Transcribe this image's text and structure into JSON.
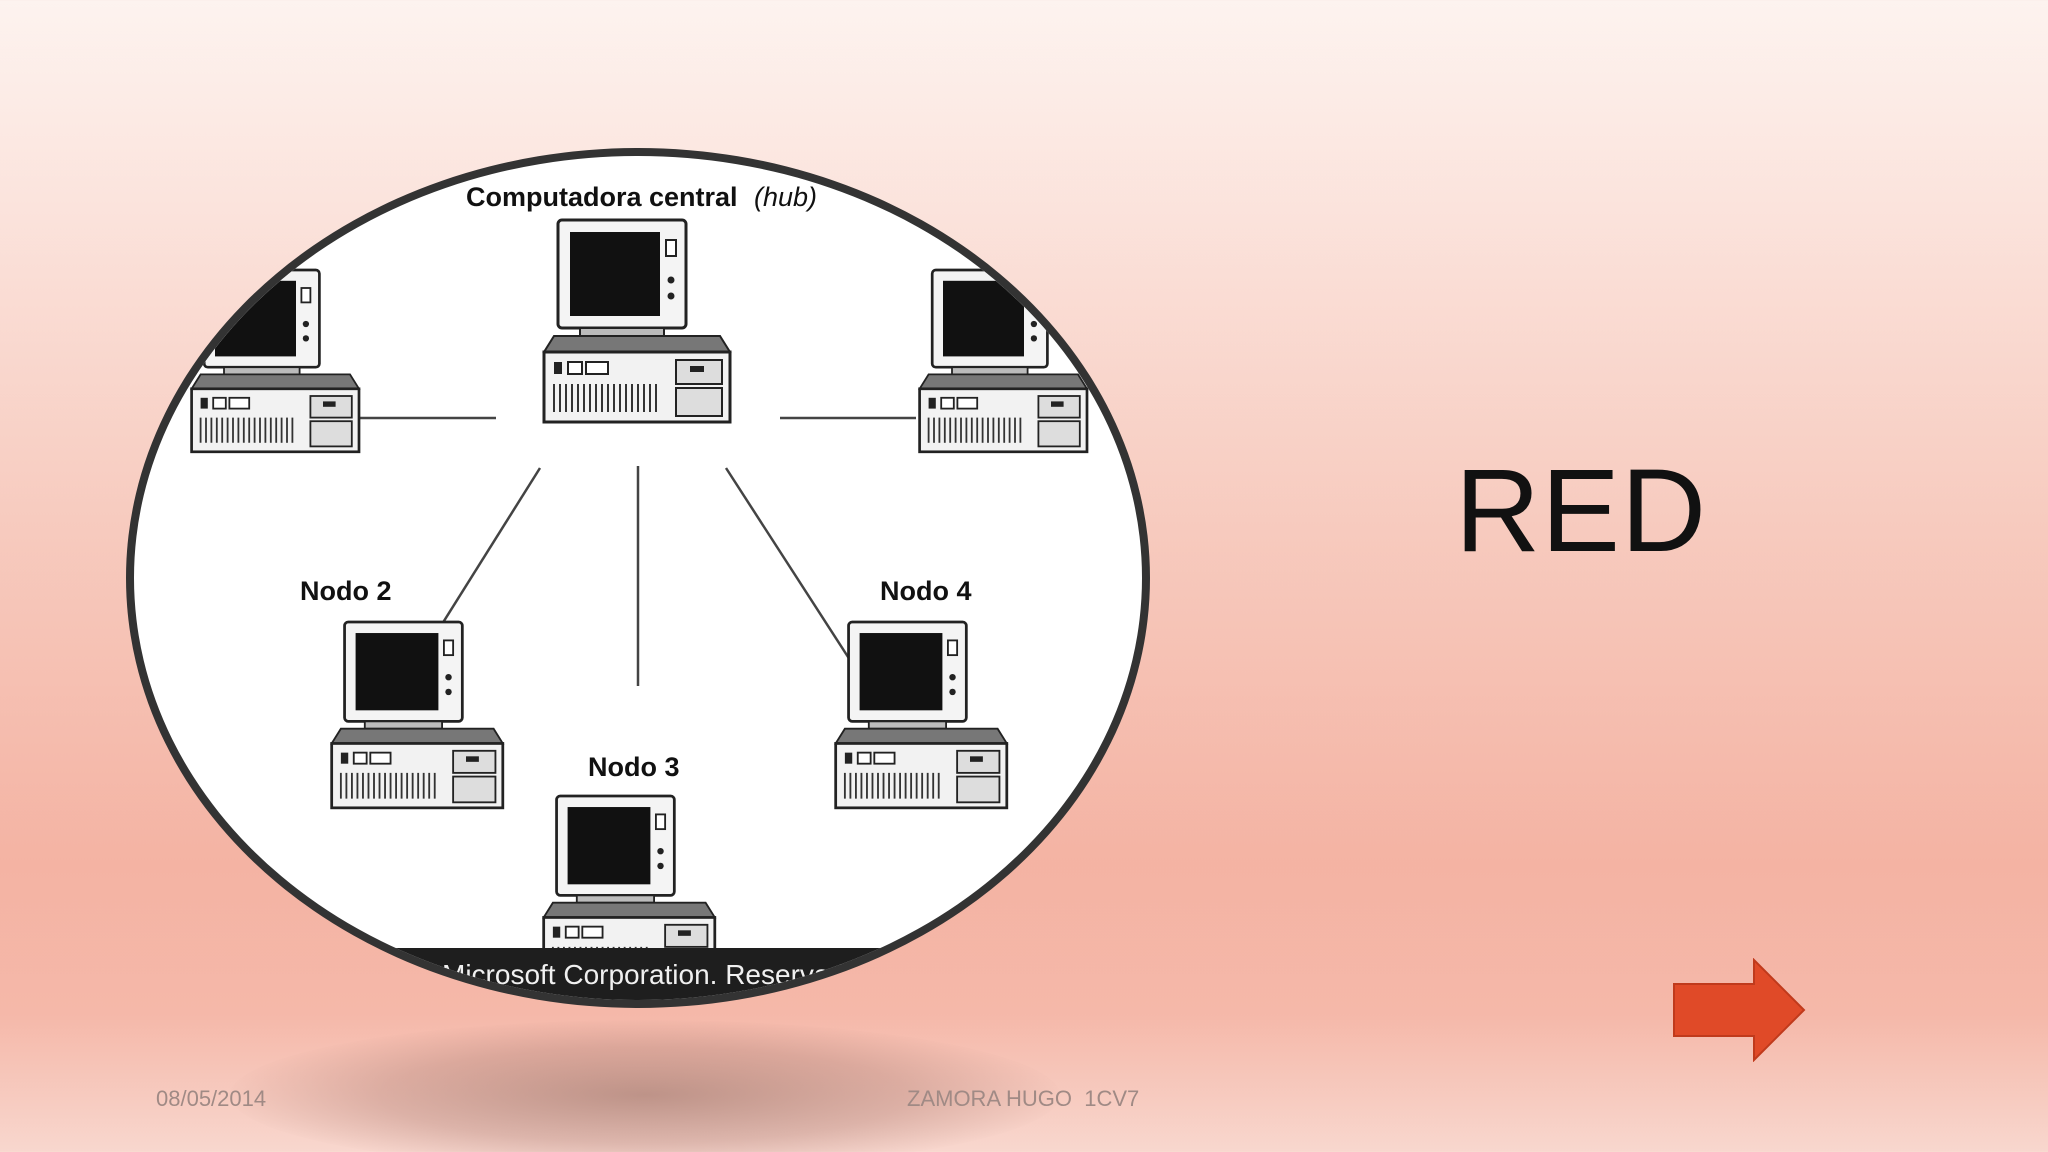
{
  "slide": {
    "title": "RED",
    "footer_date": "08/05/2014",
    "footer_author": "ZAMORA HUGO  1CV7"
  },
  "diagram": {
    "hub_label": "Computadora central",
    "hub_label_italic": "(hub)",
    "node_labels": [
      "Nodo 2",
      "Nodo 3",
      "Nodo 4"
    ],
    "copyright": "Microsoft Corporation. Reservad"
  },
  "icons": {
    "next": "arrow-right-icon",
    "computer": "computer-icon"
  },
  "colors": {
    "arrow": "#e04a28",
    "title": "#111111",
    "footer": "#a08a85"
  }
}
